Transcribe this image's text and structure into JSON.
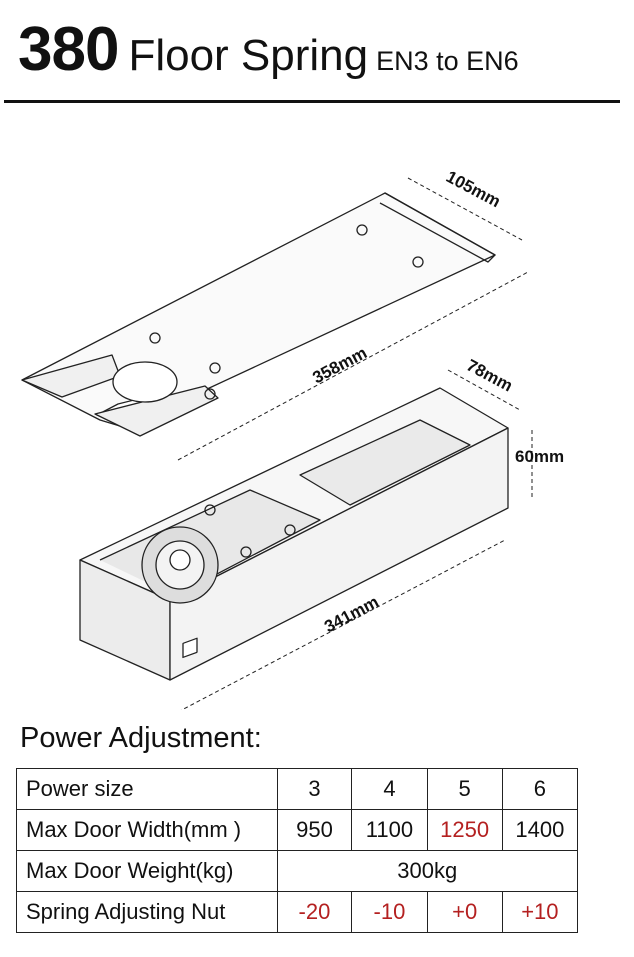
{
  "title": {
    "model": "380",
    "name": "Floor Spring",
    "range": "EN3 to EN6"
  },
  "drawing": {
    "plate_width": "105mm",
    "plate_length": "358mm",
    "body_width": "78mm",
    "body_height": "60mm",
    "body_length": "341mm"
  },
  "section_heading": "Power Adjustment:",
  "table": {
    "power_size_label": "Power size",
    "power_sizes": [
      "3",
      "4",
      "5",
      "6"
    ],
    "max_width_label": "Max Door Width(mm )",
    "max_widths": [
      "950",
      "1100",
      "1250",
      "1400"
    ],
    "max_weight_label": "Max Door Weight(kg)",
    "max_weight": "300kg",
    "spring_nut_label": "Spring Adjusting Nut",
    "spring_nut": [
      "-20",
      "-10",
      "+0",
      "+10"
    ]
  },
  "colors": {
    "highlight": "#b42020",
    "line": "#222222"
  }
}
